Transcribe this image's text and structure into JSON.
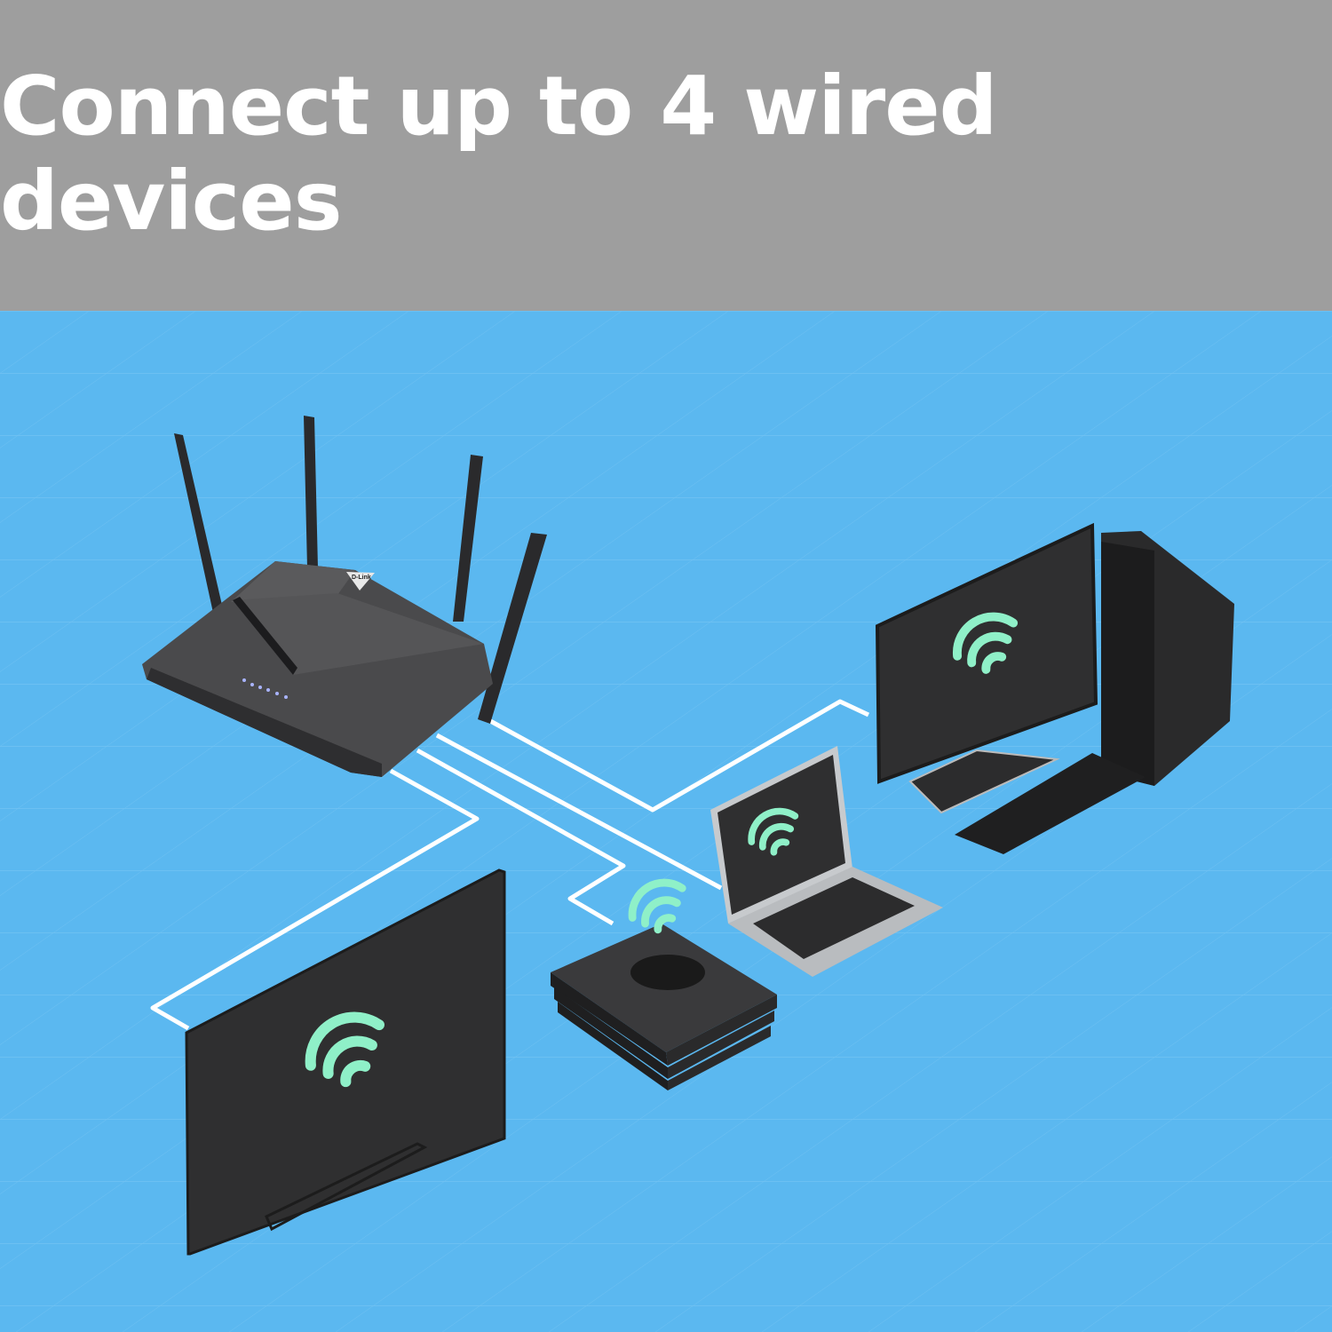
{
  "header": {
    "title": "Connect up to 4 wired devices"
  },
  "router": {
    "brand": "D-Link"
  },
  "colors": {
    "header_bg": "#9e9e9e",
    "scene_bg": "#5bb8f0",
    "wifi": "#8ff0c8",
    "device": "#2f2f30",
    "cable": "#ffffff"
  },
  "devices": [
    "tv",
    "game-console",
    "laptop",
    "desktop-pc"
  ]
}
